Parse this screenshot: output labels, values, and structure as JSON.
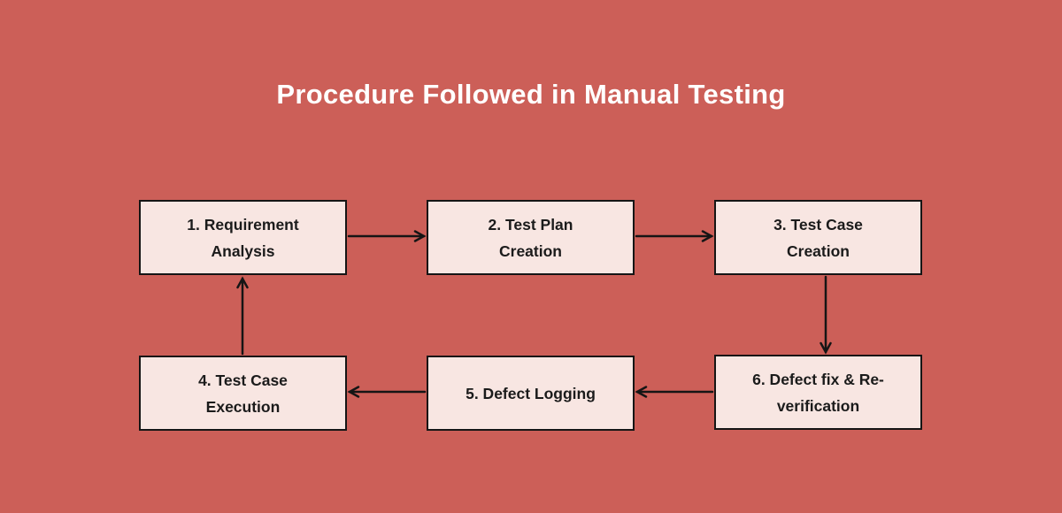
{
  "title": "Procedure Followed in Manual Testing",
  "colors": {
    "background": "#cc5f58",
    "box_fill": "#f8e6e2",
    "box_border": "#151515",
    "text": "#1b1b1b",
    "title_text": "#ffffff",
    "arrow": "#151515"
  },
  "boxes": [
    {
      "id": 1,
      "lines": [
        "1. Requirement",
        "Analysis"
      ]
    },
    {
      "id": 2,
      "lines": [
        "2. Test Plan",
        "Creation"
      ]
    },
    {
      "id": 3,
      "lines": [
        "3. Test Case",
        "Creation"
      ]
    },
    {
      "id": 4,
      "lines": [
        "4. Test Case",
        "Execution"
      ]
    },
    {
      "id": 5,
      "lines": [
        "5. Defect Logging"
      ]
    },
    {
      "id": 6,
      "lines": [
        "6. Defect fix & Re-",
        "verification"
      ]
    }
  ],
  "arrows": [
    {
      "from": 1,
      "to": 2,
      "direction": "right"
    },
    {
      "from": 2,
      "to": 3,
      "direction": "right"
    },
    {
      "from": 3,
      "to": 6,
      "direction": "down"
    },
    {
      "from": 6,
      "to": 5,
      "direction": "left"
    },
    {
      "from": 5,
      "to": 4,
      "direction": "left"
    },
    {
      "from": 4,
      "to": 1,
      "direction": "up"
    }
  ]
}
